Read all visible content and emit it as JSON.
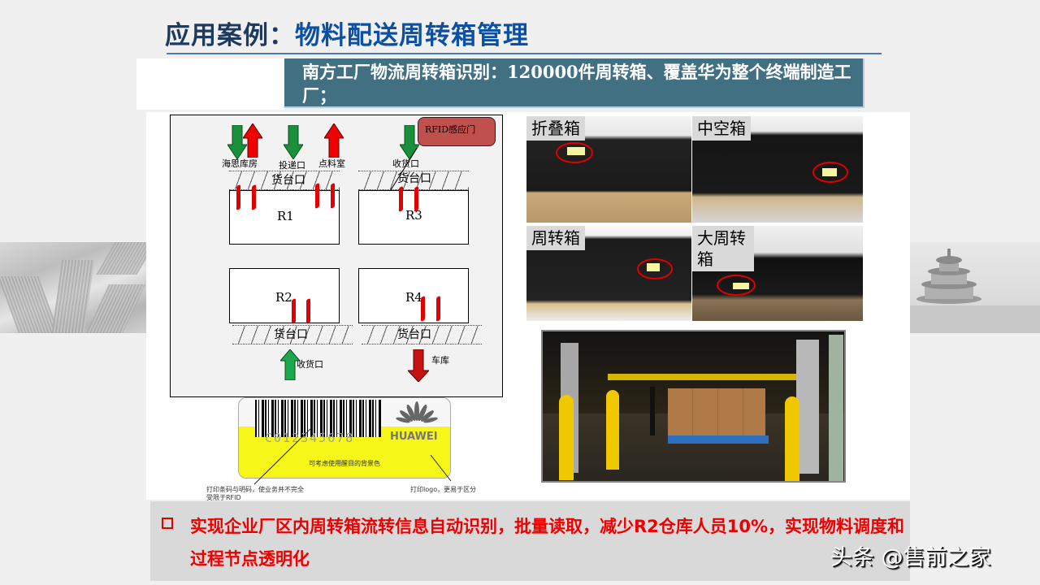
{
  "header": {
    "title_prefix": "应用案例：",
    "title_main": "物料配送周转箱管理",
    "subtitle": "南方工厂物流周转箱识别：120000件周转箱、覆盖华为整个终端制造工厂；"
  },
  "diagram": {
    "rfid_callout": "RFID感应门",
    "top_labels": [
      "海思库房",
      "投递口",
      "点料室",
      "收货口"
    ],
    "rooms": [
      "R1",
      "R3",
      "R2",
      "R4"
    ],
    "dock_label": "货台口",
    "bottom_labels": [
      "收货口",
      "车库"
    ]
  },
  "label_card": {
    "code": "C012345678",
    "logo_text": "HUAWEI",
    "yellow_note": "可考虑使用醒目的背景色",
    "note_left": "打印条码与明码，使业务并不完全受限于RFID",
    "note_right": "打印logo，更易于区分"
  },
  "photos": [
    {
      "label": "折叠箱"
    },
    {
      "label": "中空箱"
    },
    {
      "label": "周转箱"
    },
    {
      "label": "大周转箱"
    }
  ],
  "bottom": {
    "text": "实现企业厂区内周转箱流转信息自动识别，批量读取，减少R2仓库人员10%，实现物料调度和过程节点透明化"
  },
  "watermark": "头条 @售前之家",
  "colors": {
    "title_dark": "#1f3a5f",
    "title_blue": "#0d4fa0",
    "subtitle_bg": "#427083",
    "accent_red": "#ee0000",
    "arrow_green": "#1a8f3c",
    "arrow_red": "#e00000",
    "rfid_box": "#c0504d"
  }
}
